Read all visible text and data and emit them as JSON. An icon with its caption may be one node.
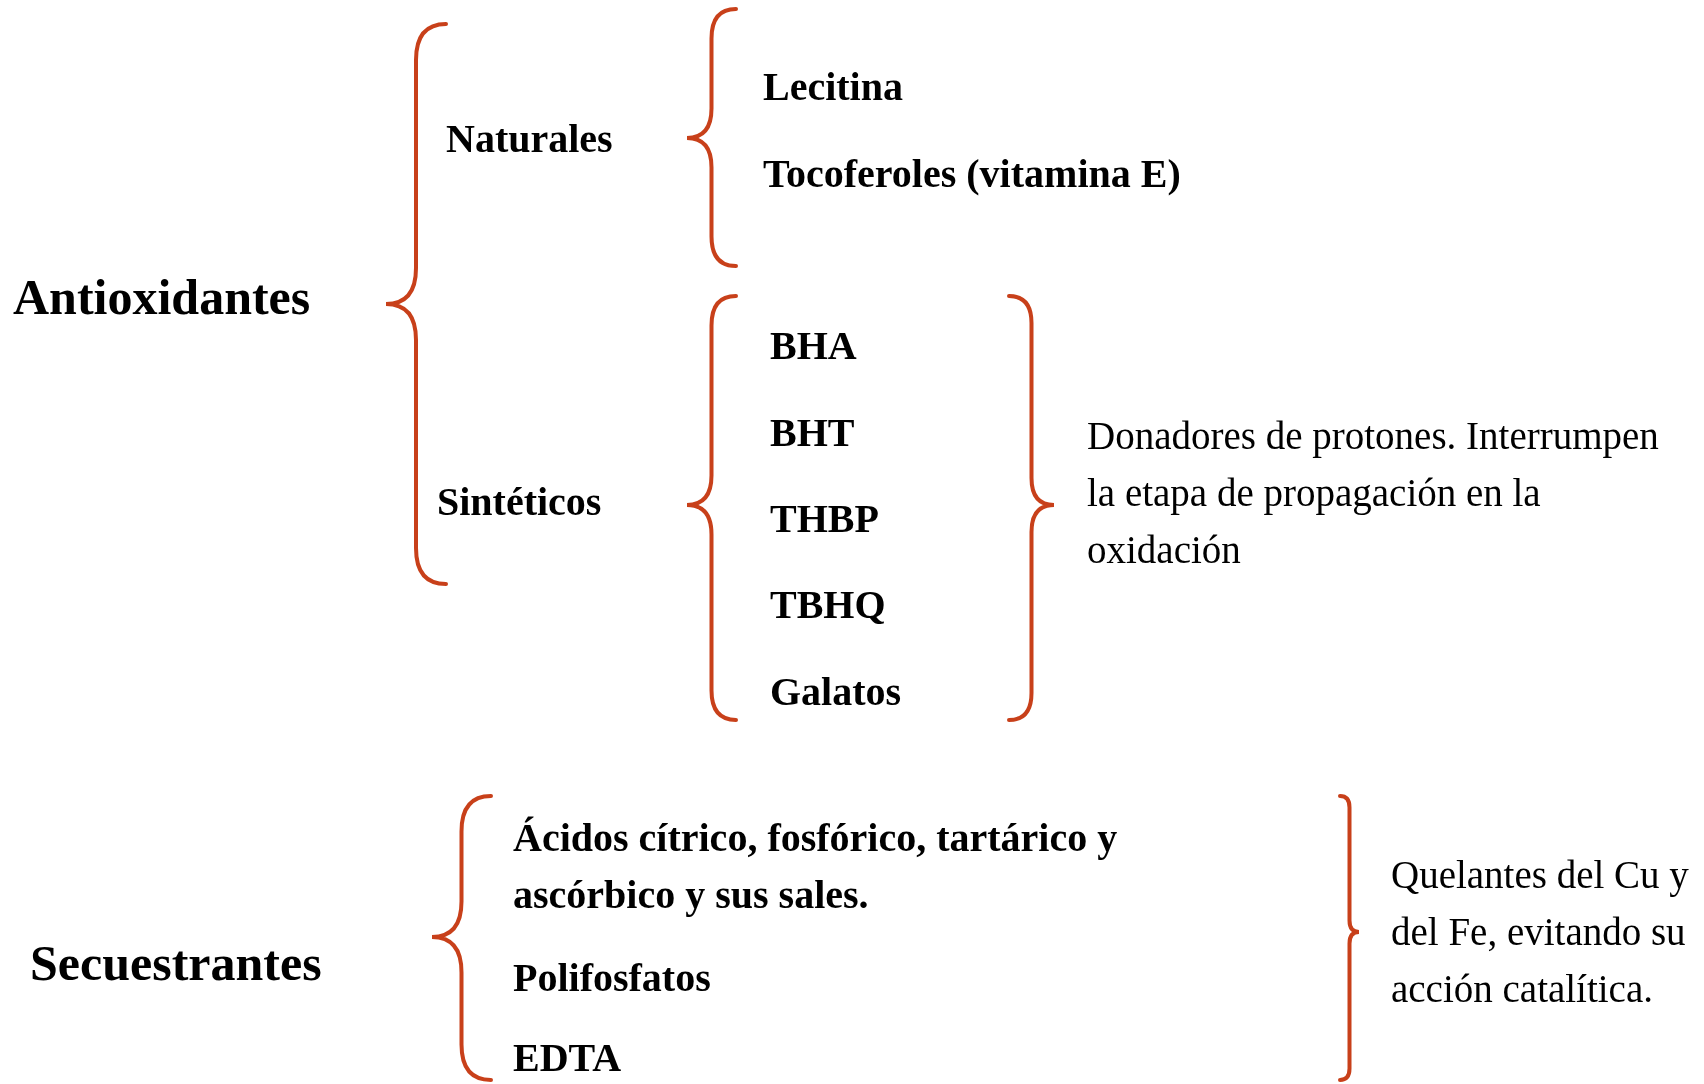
{
  "diagram": {
    "labels": [
      "Antioxidantes",
      "Naturales",
      "Lecitina",
      "Tocoferoles (vitamina E)",
      "Sintéticos",
      "BHA",
      "BHT",
      "THBP",
      "TBHQ",
      "Galatos",
      "Donadores de protones. Interrumpen la etapa de propagación en la oxidación",
      "Secuestrantes",
      "Ácidos cítrico, fosfórico, tartárico y ascórbico y sus sales.",
      "Polifosfatos",
      "EDTA",
      "Quelantes del Cu y del Fe, evitando su acción catalítica."
    ]
  }
}
